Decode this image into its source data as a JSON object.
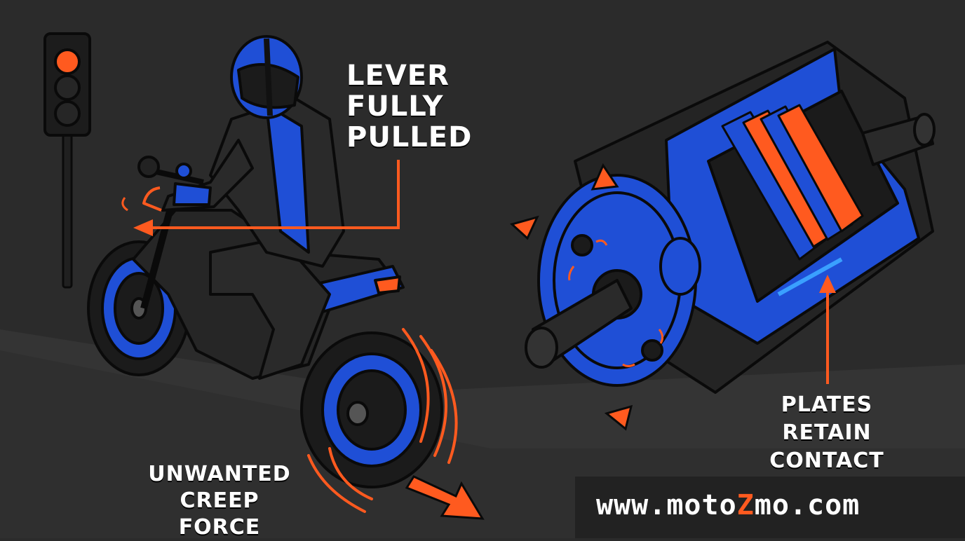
{
  "labels": {
    "lever": "LEVER\nFULLY\nPULLED",
    "creep": "UNWANTED\nCREEP FORCE",
    "plates": "PLATES RETAIN\nCONTACT"
  },
  "watermark": {
    "prefix": "www.moto",
    "highlight": "Z",
    "suffix": "mo.com"
  },
  "colors": {
    "background": "#2b2b2b",
    "floor": "#3a3a3a",
    "blue": "#1f4fd6",
    "orange": "#ff5a1f",
    "outline": "#0a0a0a",
    "dark": "#1c1c1c"
  },
  "icons": [
    "traffic-light-icon",
    "motorcycle-rider-illustration",
    "clutch-cutaway-illustration"
  ]
}
